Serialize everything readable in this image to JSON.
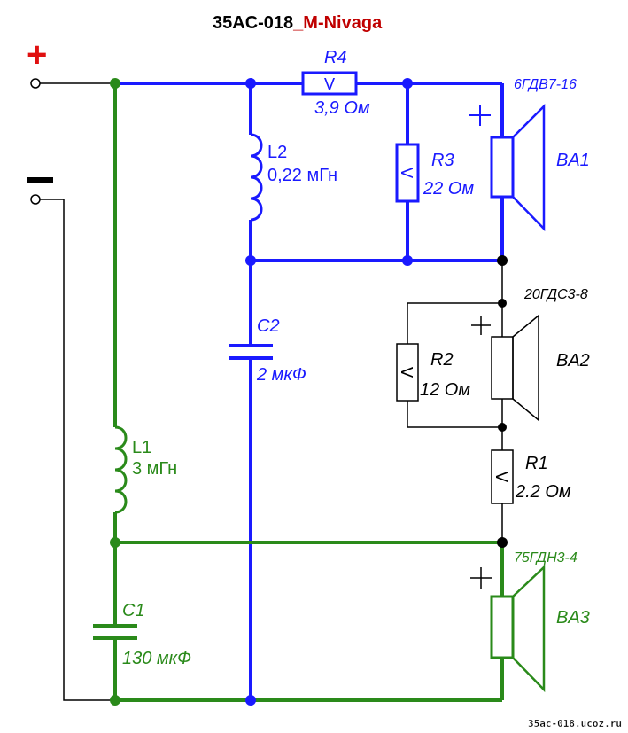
{
  "title": {
    "prefix": "35AC-018",
    "suffix": "_M-Nivaga"
  },
  "terminals": {
    "plus": "+",
    "minus": "—"
  },
  "colors": {
    "blue": "#1a1aff",
    "green": "#2a8a1a",
    "black": "#000000",
    "red": "#e01010",
    "title_red": "#c00000"
  },
  "components": {
    "R4": {
      "name": "R4",
      "value": "3,9 Ом",
      "glyph": "V"
    },
    "R3": {
      "name": "R3",
      "value": "22 Ом",
      "glyph": "V"
    },
    "R2": {
      "name": "R2",
      "value": "12 Ом",
      "glyph": "V"
    },
    "R1": {
      "name": "R1",
      "value": "2.2 Ом",
      "glyph": "V"
    },
    "L2": {
      "name": "L2",
      "value": "0,22 мГн"
    },
    "L1": {
      "name": "L1",
      "value": "3 мГн"
    },
    "C2": {
      "name": "C2",
      "value": "2 мкФ"
    },
    "C1": {
      "name": "C1",
      "value": "130 мкФ"
    }
  },
  "speakers": {
    "BA1": {
      "name": "BA1",
      "model": "6ГДВ7-16",
      "polarity": "+"
    },
    "BA2": {
      "name": "BA2",
      "model": "20ГДС3-8",
      "polarity": "+"
    },
    "BA3": {
      "name": "BA3",
      "model": "75ГДН3-4",
      "polarity": "+"
    }
  },
  "watermark": "35ac-018.ucoz.ru"
}
